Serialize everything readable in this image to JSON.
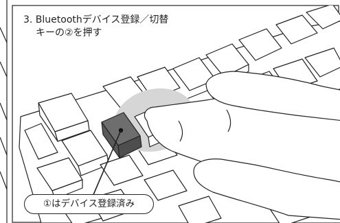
{
  "instruction": {
    "line1": "3. Bluetoothデバイス登録／切替",
    "line2": "キーの②を押す"
  },
  "callout": {
    "text": "①はデバイス登録済み"
  },
  "colors": {
    "line": "#222222",
    "pressed_key": "#6e6e6e",
    "highlight": "#d6d6d6",
    "background": "#ffffff"
  },
  "icons": {
    "keyboard": "keyboard-illustration",
    "hand": "pressing-hand-illustration"
  }
}
